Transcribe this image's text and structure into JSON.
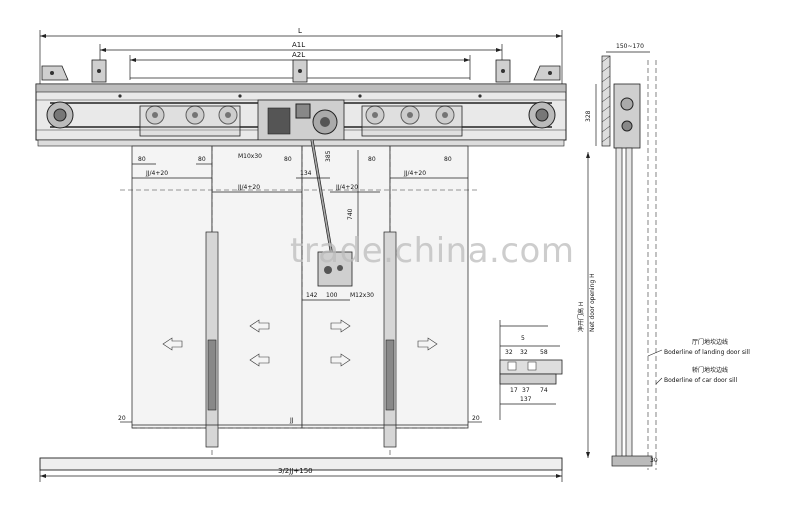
{
  "watermark": "trade.china.com",
  "dimensions": {
    "overall_width": "L",
    "a1l": "A1L",
    "a2l": "A2L",
    "bottom_width": "3/2JJ+150",
    "side_range": "150~170",
    "side_height": "328",
    "jj": "JJ",
    "jj_quarter_left": "JJ/4+20",
    "jj_quarter_mid": "JJ/4+20",
    "jj_quarter_right": "JJ/4+20",
    "jj_quarter_center": "JJ/4+20",
    "d80_a": "80",
    "d80_b": "80",
    "d80_c": "80",
    "d80_d": "80",
    "d80_e": "80",
    "bolt_top": "M10x30",
    "bolt_bottom": "M12x30",
    "d134": "134",
    "d740": "740",
    "d385": "385",
    "d142": "142",
    "d100": "100",
    "d20_left": "20",
    "d20_right": "20",
    "sill_5": "5",
    "sill_32a": "32",
    "sill_32b": "32",
    "sill_58": "58",
    "sill_17": "17",
    "sill_37": "37",
    "sill_74": "74",
    "sill_137": "137",
    "side_30": "30"
  },
  "labels": {
    "net_opening_cn": "净开门高 H",
    "net_opening_en": "Net door opening H",
    "landing_sill_cn": "厅门地坎边线",
    "landing_sill_en": "Boderline of landing door sill",
    "car_sill_cn": "轿门地坎边线",
    "car_sill_en": "Boderline of car door sill"
  }
}
